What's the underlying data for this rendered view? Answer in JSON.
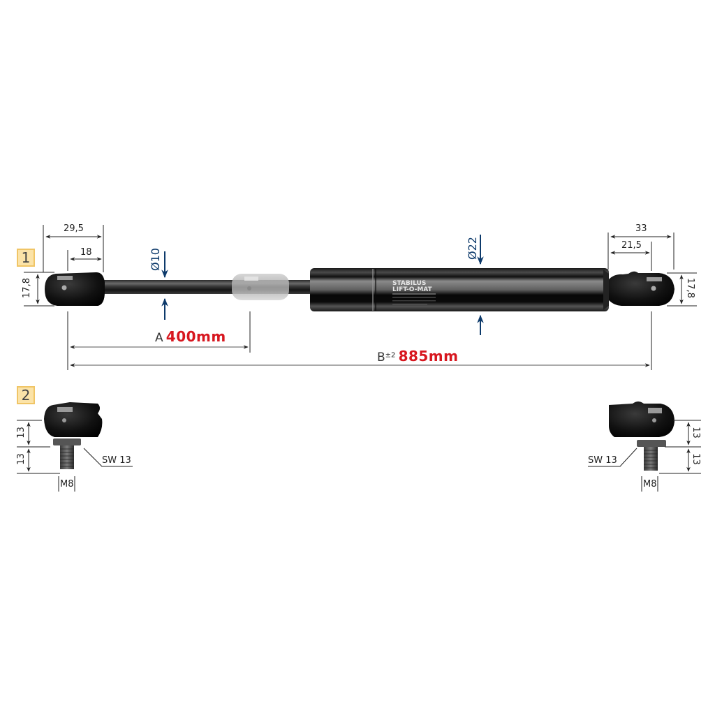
{
  "variants": [
    {
      "number": "1",
      "description": "eye-end fitting"
    },
    {
      "number": "2",
      "description": "ball-socket with threaded stud"
    }
  ],
  "product": {
    "brand_line1": "STABILUS",
    "brand_line2": "LIFT-O-MAT"
  },
  "dimensions": {
    "left_end_overall": "29,5",
    "left_end_to_eye": "18",
    "left_end_height": "17,8",
    "rod_diameter": "Ø10",
    "right_end_overall": "33",
    "right_end_to_eye": "21,5",
    "right_end_height": "17,8",
    "tube_diameter": "Ø22",
    "stroke_label": "A",
    "stroke_value": "400mm",
    "length_label": "B",
    "length_tolerance": "±2",
    "length_value": "885mm"
  },
  "variant2_dimensions": {
    "left_height_upper": "13",
    "left_height_lower": "13",
    "left_wrench": "SW 13",
    "left_thread": "M8",
    "right_height_upper": "13",
    "right_height_lower": "13",
    "right_wrench": "SW 13",
    "right_thread": "M8"
  },
  "colors": {
    "badge_fill": "#fbe3a8",
    "badge_border": "#f0c566",
    "dimension_blue": "#0d3a6b",
    "value_red": "#d7171f"
  }
}
